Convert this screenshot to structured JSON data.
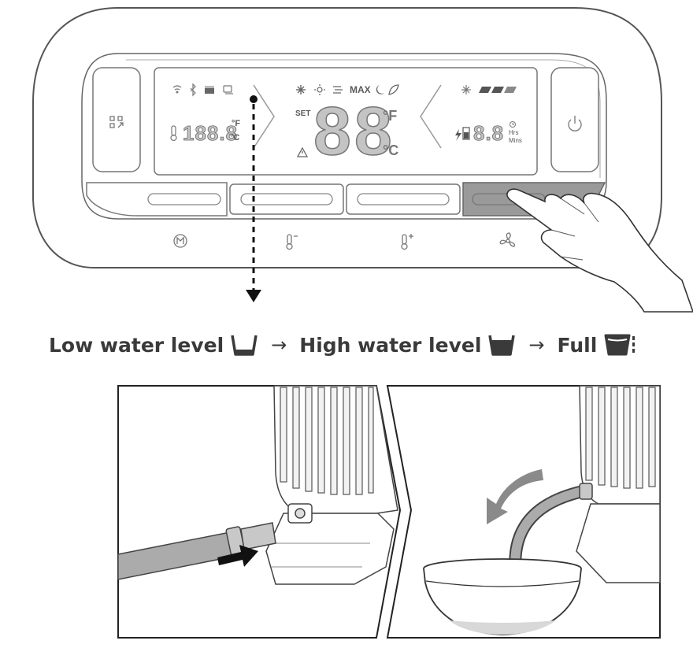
{
  "display": {
    "set_label": "SET",
    "max_label": "MAX",
    "temp_digits": "88",
    "unit_f": "°F",
    "unit_c": "°C",
    "left_digits": "188.8",
    "left_unit_f": "°F",
    "left_unit_c": "°C",
    "timer_digits": "8.8",
    "hrs_label": "Hrs",
    "mins_label": "Mins"
  },
  "caption": {
    "low": "Low water level",
    "arrow1": "→",
    "high": "High water level",
    "arrow2": "→",
    "full": "Full"
  },
  "icons": [
    "wifi-icon",
    "bluetooth-icon",
    "water-tank-icon",
    "tablet-icon",
    "snowflake-icon",
    "sun-icon",
    "dry-icon",
    "moon-icon",
    "leaf-icon",
    "fan-speed-icon",
    "thermometer-icon",
    "charge-icon",
    "clock-icon",
    "warning-icon",
    "swing-icon",
    "power-icon",
    "mode-icon",
    "temp-down-icon",
    "temp-up-icon",
    "fan-icon"
  ]
}
